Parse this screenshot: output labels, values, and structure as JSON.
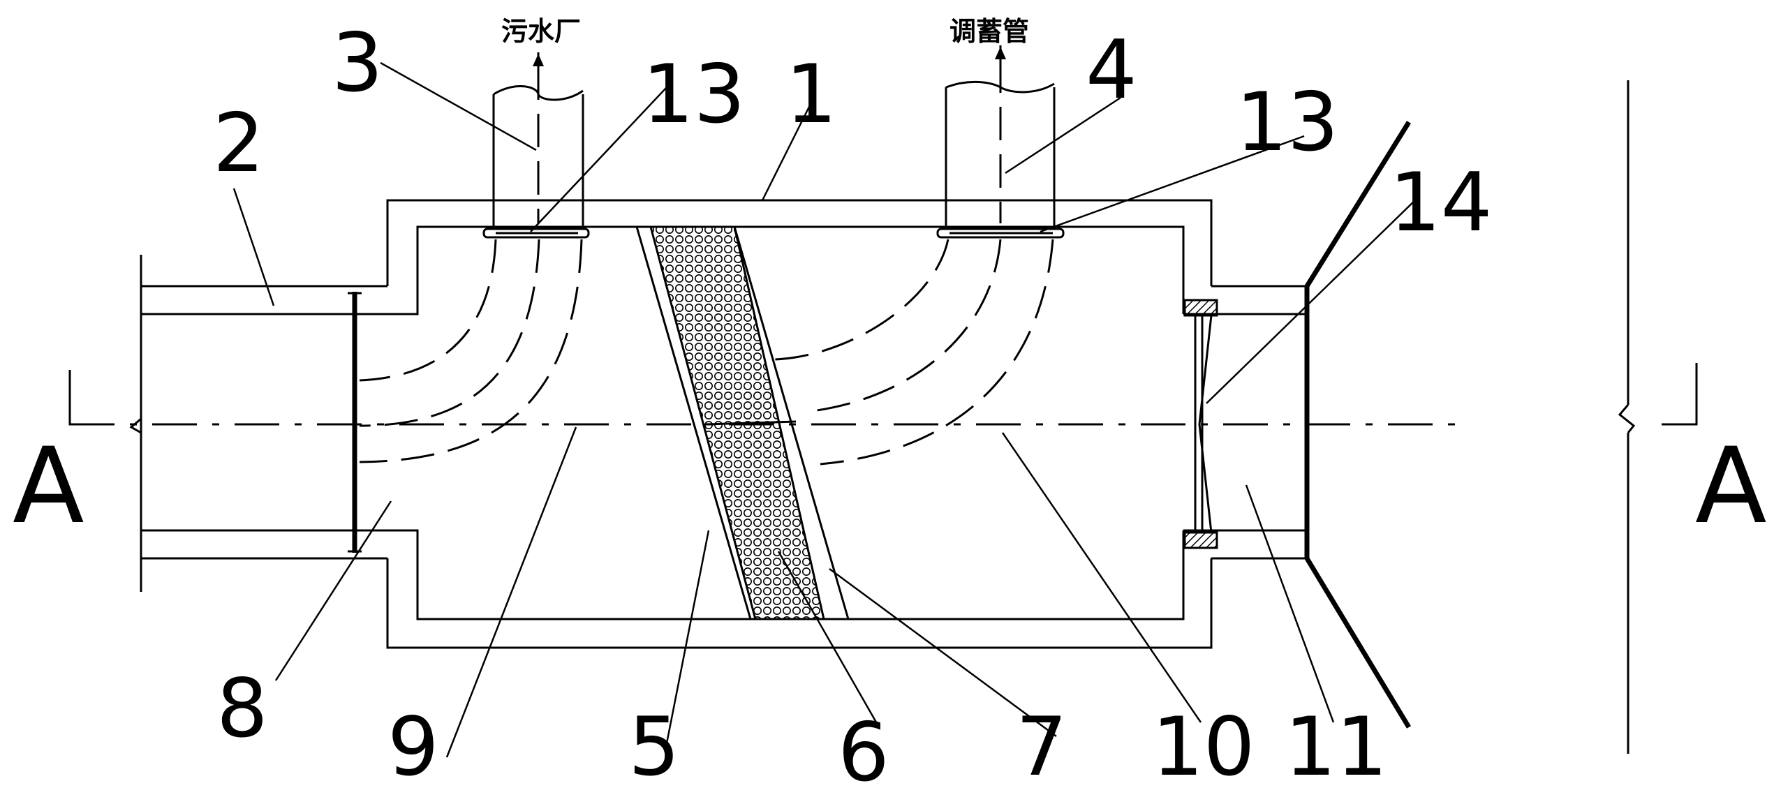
{
  "labels": {
    "outlet_sewage_plant": "污水厂",
    "outlet_storage_pipe": "调蓄管",
    "section_left": "A",
    "section_right": "A",
    "n1": "1",
    "n2": "2",
    "n3": "3",
    "n4": "4",
    "n5": "5",
    "n6": "6",
    "n7": "7",
    "n8": "8",
    "n9": "9",
    "n10": "10",
    "n11": "11",
    "n13a": "13",
    "n13b": "13",
    "n14": "14"
  }
}
